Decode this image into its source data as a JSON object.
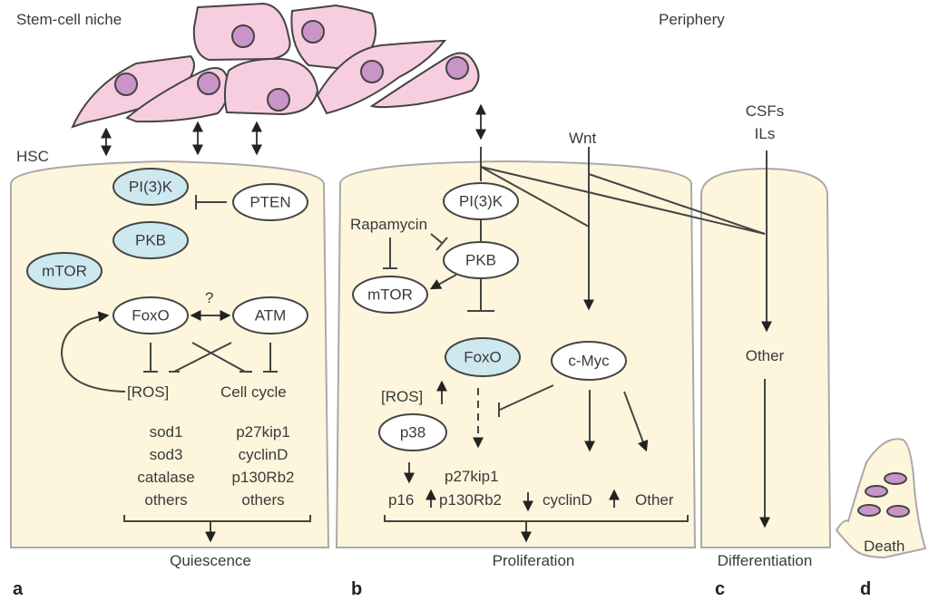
{
  "labels": {
    "niche": "Stem-cell niche",
    "periphery": "Periphery",
    "hsc": "HSC"
  },
  "colors": {
    "panel_fill": "#fdf6dc",
    "cell_fill": "#f7cde0",
    "nucleus_fill": "#c995c8",
    "active_node": "#cde8ef",
    "inactive_node": "#ffffff"
  },
  "panel_a": {
    "letter": "a",
    "nodes": {
      "pi3k": "PI(3)K",
      "pten": "PTEN",
      "pkb": "PKB",
      "mtor": "mTOR",
      "foxo": "FoxO",
      "atm": "ATM"
    },
    "question": "?",
    "ros": "[ROS]",
    "cell_cycle": "Cell cycle",
    "left_genes": [
      "sod1",
      "sod3",
      "catalase",
      "others"
    ],
    "right_genes": [
      "p27kip1",
      "cyclinD",
      "p130Rb2",
      "others"
    ],
    "outcome": "Quiescence"
  },
  "panel_b": {
    "letter": "b",
    "wnt": "Wnt",
    "rapamycin": "Rapamycin",
    "nodes": {
      "pi3k": "PI(3)K",
      "pkb": "PKB",
      "mtor": "mTOR",
      "foxo": "FoxO",
      "cmyc": "c-Myc",
      "p38": "p38"
    },
    "ros": "[ROS]",
    "p27": "p27kip1",
    "p16": "p16",
    "p130": "p130Rb2",
    "cyclind": "cyclinD",
    "other": "Other",
    "outcome": "Proliferation"
  },
  "panel_c": {
    "letter": "c",
    "csfs": "CSFs",
    "ils": "ILs",
    "other": "Other",
    "outcome": "Differentiation"
  },
  "panel_d": {
    "letter": "d",
    "outcome": "Death"
  }
}
